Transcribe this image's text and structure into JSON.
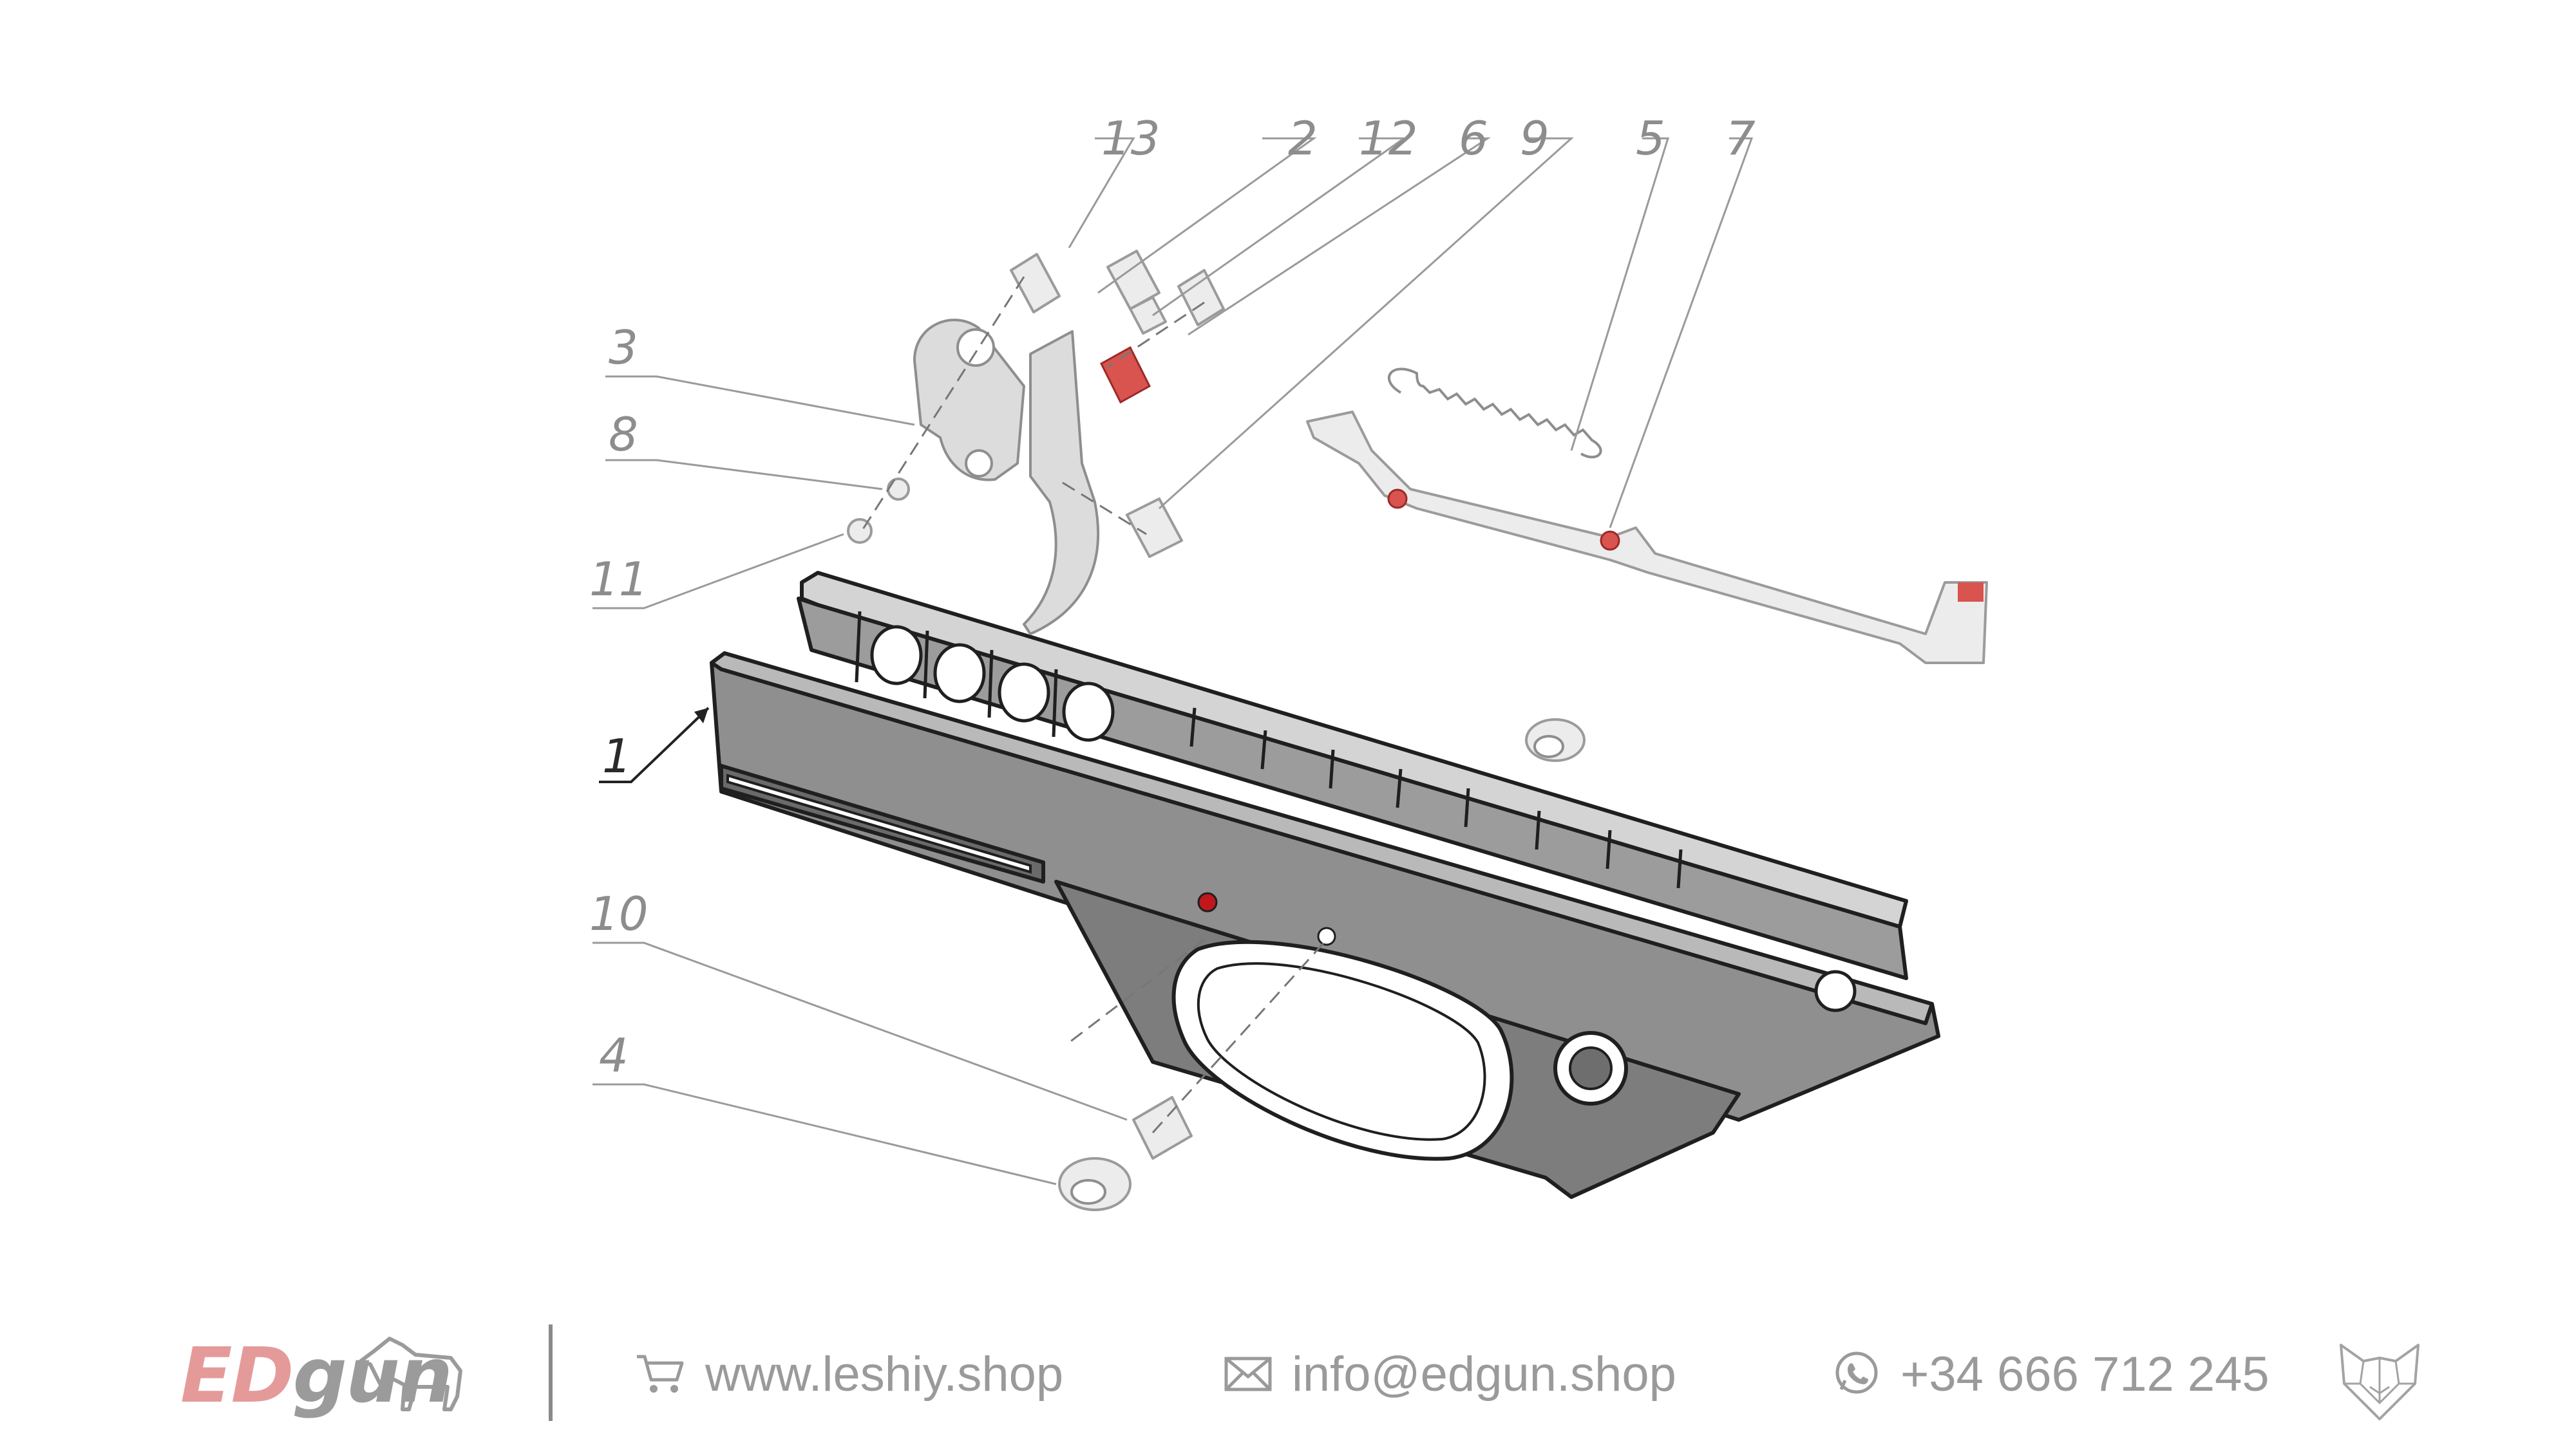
{
  "diagram": {
    "callouts": [
      "13",
      "2",
      "12",
      "6",
      "9",
      "5",
      "7",
      "3",
      "8",
      "11",
      "1",
      "10",
      "4"
    ],
    "accent_color": "#d9534f"
  },
  "footer": {
    "logo": {
      "ed": "ED",
      "gun": "gun",
      "mascot_icon": "dog-icon"
    },
    "website": {
      "icon": "cart-icon",
      "text": "www.leshiy.shop"
    },
    "email": {
      "icon": "envelope-icon",
      "text": "info@edgun.shop"
    },
    "phone": {
      "icon": "whatsapp-icon",
      "text": "+34 666 712 245"
    },
    "brand_mark": "wolf-head-icon"
  }
}
